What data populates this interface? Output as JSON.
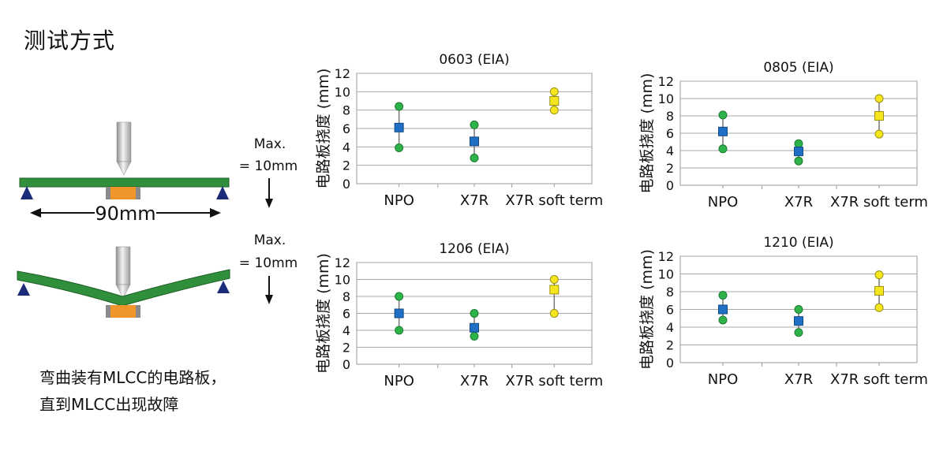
{
  "page": {
    "title": "测试方式",
    "caption_line1": "弯曲装有MLCC的电路板，",
    "caption_line2": "直到MLCC出现故障"
  },
  "diagram": {
    "span_label": "90mm",
    "max_label_1": "Max.",
    "max_value_1": "= 10mm",
    "max_label_2": "Max.",
    "max_value_2": "= 10mm",
    "colors": {
      "board": "#2f8f3a",
      "board_edge": "#1d5e25",
      "component": "#f0952a",
      "component_term": "#8a8a8a",
      "support": "#1c2a7a"
    }
  },
  "chart_data": [
    {
      "type": "scatter",
      "title": "0603 (EIA)",
      "ylabel": "电路板挠度 (mm)",
      "xlabel": "",
      "categories": [
        "NPO",
        "X7R",
        "X7R soft term"
      ],
      "yticks": [
        0,
        2,
        4,
        6,
        8,
        10,
        12
      ],
      "ylim": [
        0,
        12
      ],
      "grid": true,
      "series": [
        {
          "role": "max",
          "values": [
            8.4,
            6.4,
            10.0
          ]
        },
        {
          "role": "mean",
          "values": [
            6.1,
            4.6,
            9.0
          ]
        },
        {
          "role": "min",
          "values": [
            3.9,
            2.8,
            8.0
          ]
        }
      ]
    },
    {
      "type": "scatter",
      "title": "0805 (EIA)",
      "ylabel": "电路板挠度 (mm)",
      "xlabel": "",
      "categories": [
        "NPO",
        "X7R",
        "X7R soft term"
      ],
      "yticks": [
        0,
        2,
        4,
        6,
        8,
        10,
        12
      ],
      "ylim": [
        0,
        12
      ],
      "grid": true,
      "series": [
        {
          "role": "max",
          "values": [
            8.1,
            4.8,
            10.0
          ]
        },
        {
          "role": "mean",
          "values": [
            6.2,
            3.9,
            8.0
          ]
        },
        {
          "role": "min",
          "values": [
            4.2,
            2.8,
            5.9
          ]
        }
      ]
    },
    {
      "type": "scatter",
      "title": "1206 (EIA)",
      "ylabel": "电路板挠度 (mm)",
      "xlabel": "",
      "categories": [
        "NPO",
        "X7R",
        "X7R soft term"
      ],
      "yticks": [
        0,
        2,
        4,
        6,
        8,
        10,
        12
      ],
      "ylim": [
        0,
        12
      ],
      "grid": true,
      "series": [
        {
          "role": "max",
          "values": [
            8.0,
            6.0,
            10.0
          ]
        },
        {
          "role": "mean",
          "values": [
            6.0,
            4.3,
            8.8
          ]
        },
        {
          "role": "min",
          "values": [
            4.0,
            3.3,
            6.0
          ]
        }
      ]
    },
    {
      "type": "scatter",
      "title": "1210 (EIA)",
      "ylabel": "电路板挠度 (mm)",
      "xlabel": "",
      "categories": [
        "NPO",
        "X7R",
        "X7R soft term"
      ],
      "yticks": [
        0,
        2,
        4,
        6,
        8,
        10,
        12
      ],
      "ylim": [
        0,
        12
      ],
      "grid": true,
      "series": [
        {
          "role": "max",
          "values": [
            7.6,
            6.0,
            9.9
          ]
        },
        {
          "role": "mean",
          "values": [
            6.0,
            4.7,
            8.1
          ]
        },
        {
          "role": "min",
          "values": [
            4.8,
            3.4,
            6.2
          ]
        }
      ]
    }
  ],
  "marker_colors": {
    "range_green": "#2db34a",
    "range_yellow": "#f5e61e",
    "mean_blue": "#1f6fc4",
    "mean_yellow": "#f5e61e",
    "stem": "#777777"
  }
}
